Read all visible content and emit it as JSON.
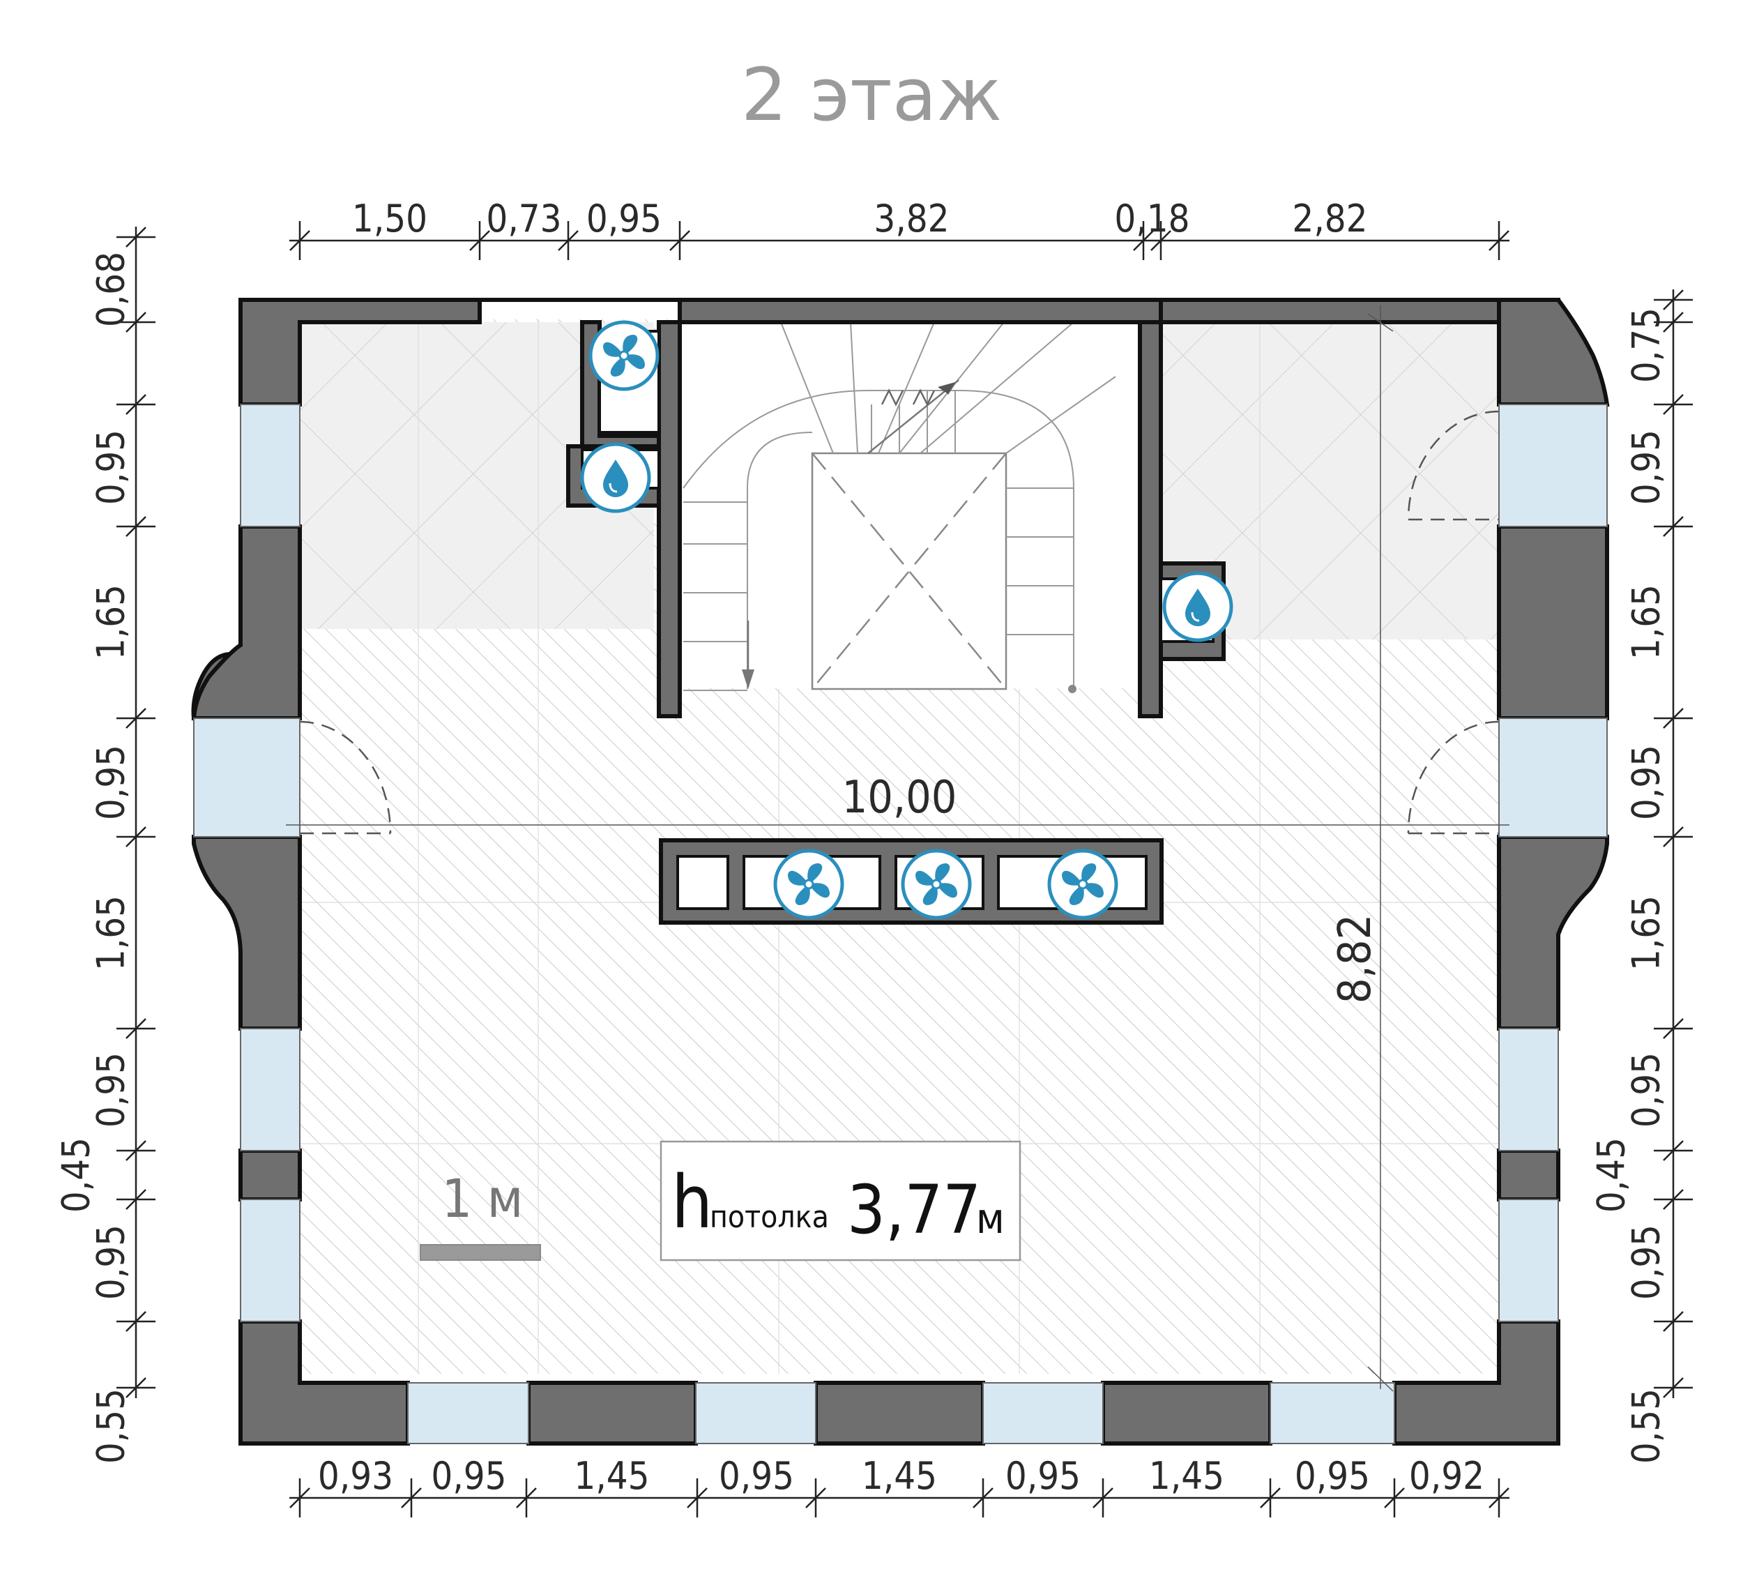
{
  "title": "2 этаж",
  "top_dims": [
    "1,50",
    "0,73",
    "0,95",
    "3,82",
    "0,18",
    "2,82"
  ],
  "bottom_dims": [
    "0,93",
    "0,95",
    "1,45",
    "0,95",
    "1,45",
    "0,95",
    "1,45",
    "0,95",
    "0,92"
  ],
  "left_dims": [
    "0,68",
    "0,95",
    "1,65",
    "0,95",
    "1,65",
    "0,95",
    "0,45",
    "0,95",
    "0,55"
  ],
  "right_dims": [
    "0,75",
    "0,95",
    "1,65",
    "0,95",
    "1,65",
    "0,95",
    "0,45",
    "0,95",
    "0,55"
  ],
  "overall_width": "10,00",
  "overall_depth": "8,82",
  "scale_label": "1 м",
  "ceiling": {
    "h": "h",
    "sub": "потолка",
    "value": "3,77",
    "unit": "м"
  },
  "icons": [
    "fan-icon",
    "water-icon"
  ],
  "colors": {
    "wall": "#6f6f6f",
    "window": "#d8e8f2",
    "icon": "#2a8fbd",
    "tile": "#f0f0f0"
  }
}
